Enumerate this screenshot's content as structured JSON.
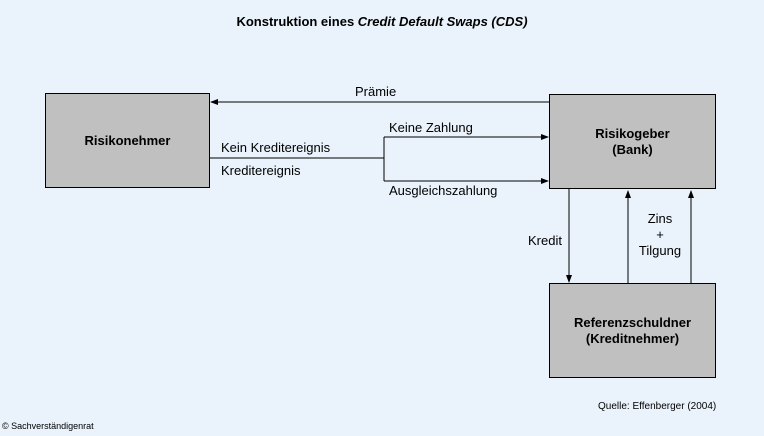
{
  "title": {
    "prefix": "Konstruktion eines ",
    "italic": "Credit Default Swaps (CDS)"
  },
  "boxes": {
    "risikonehmer": "Risikonehmer",
    "risikogeber_line1": "Risikogeber",
    "risikogeber_line2": "(Bank)",
    "referenz_line1": "Referenzschuldner",
    "referenz_line2": "(Kreditnehmer)"
  },
  "labels": {
    "praemie": "Prämie",
    "kein_kreditereignis": "Kein Kreditereignis",
    "kreditereignis": "Kreditereignis",
    "keine_zahlung": "Keine Zahlung",
    "ausgleichszahlung": "Ausgleichszahlung",
    "kredit": "Kredit",
    "zins": "Zins",
    "plus": "+",
    "tilgung": "Tilgung"
  },
  "footer": {
    "source": "Quelle: Effenberger (2004)",
    "copyright": "© Sachverständigenrat"
  }
}
